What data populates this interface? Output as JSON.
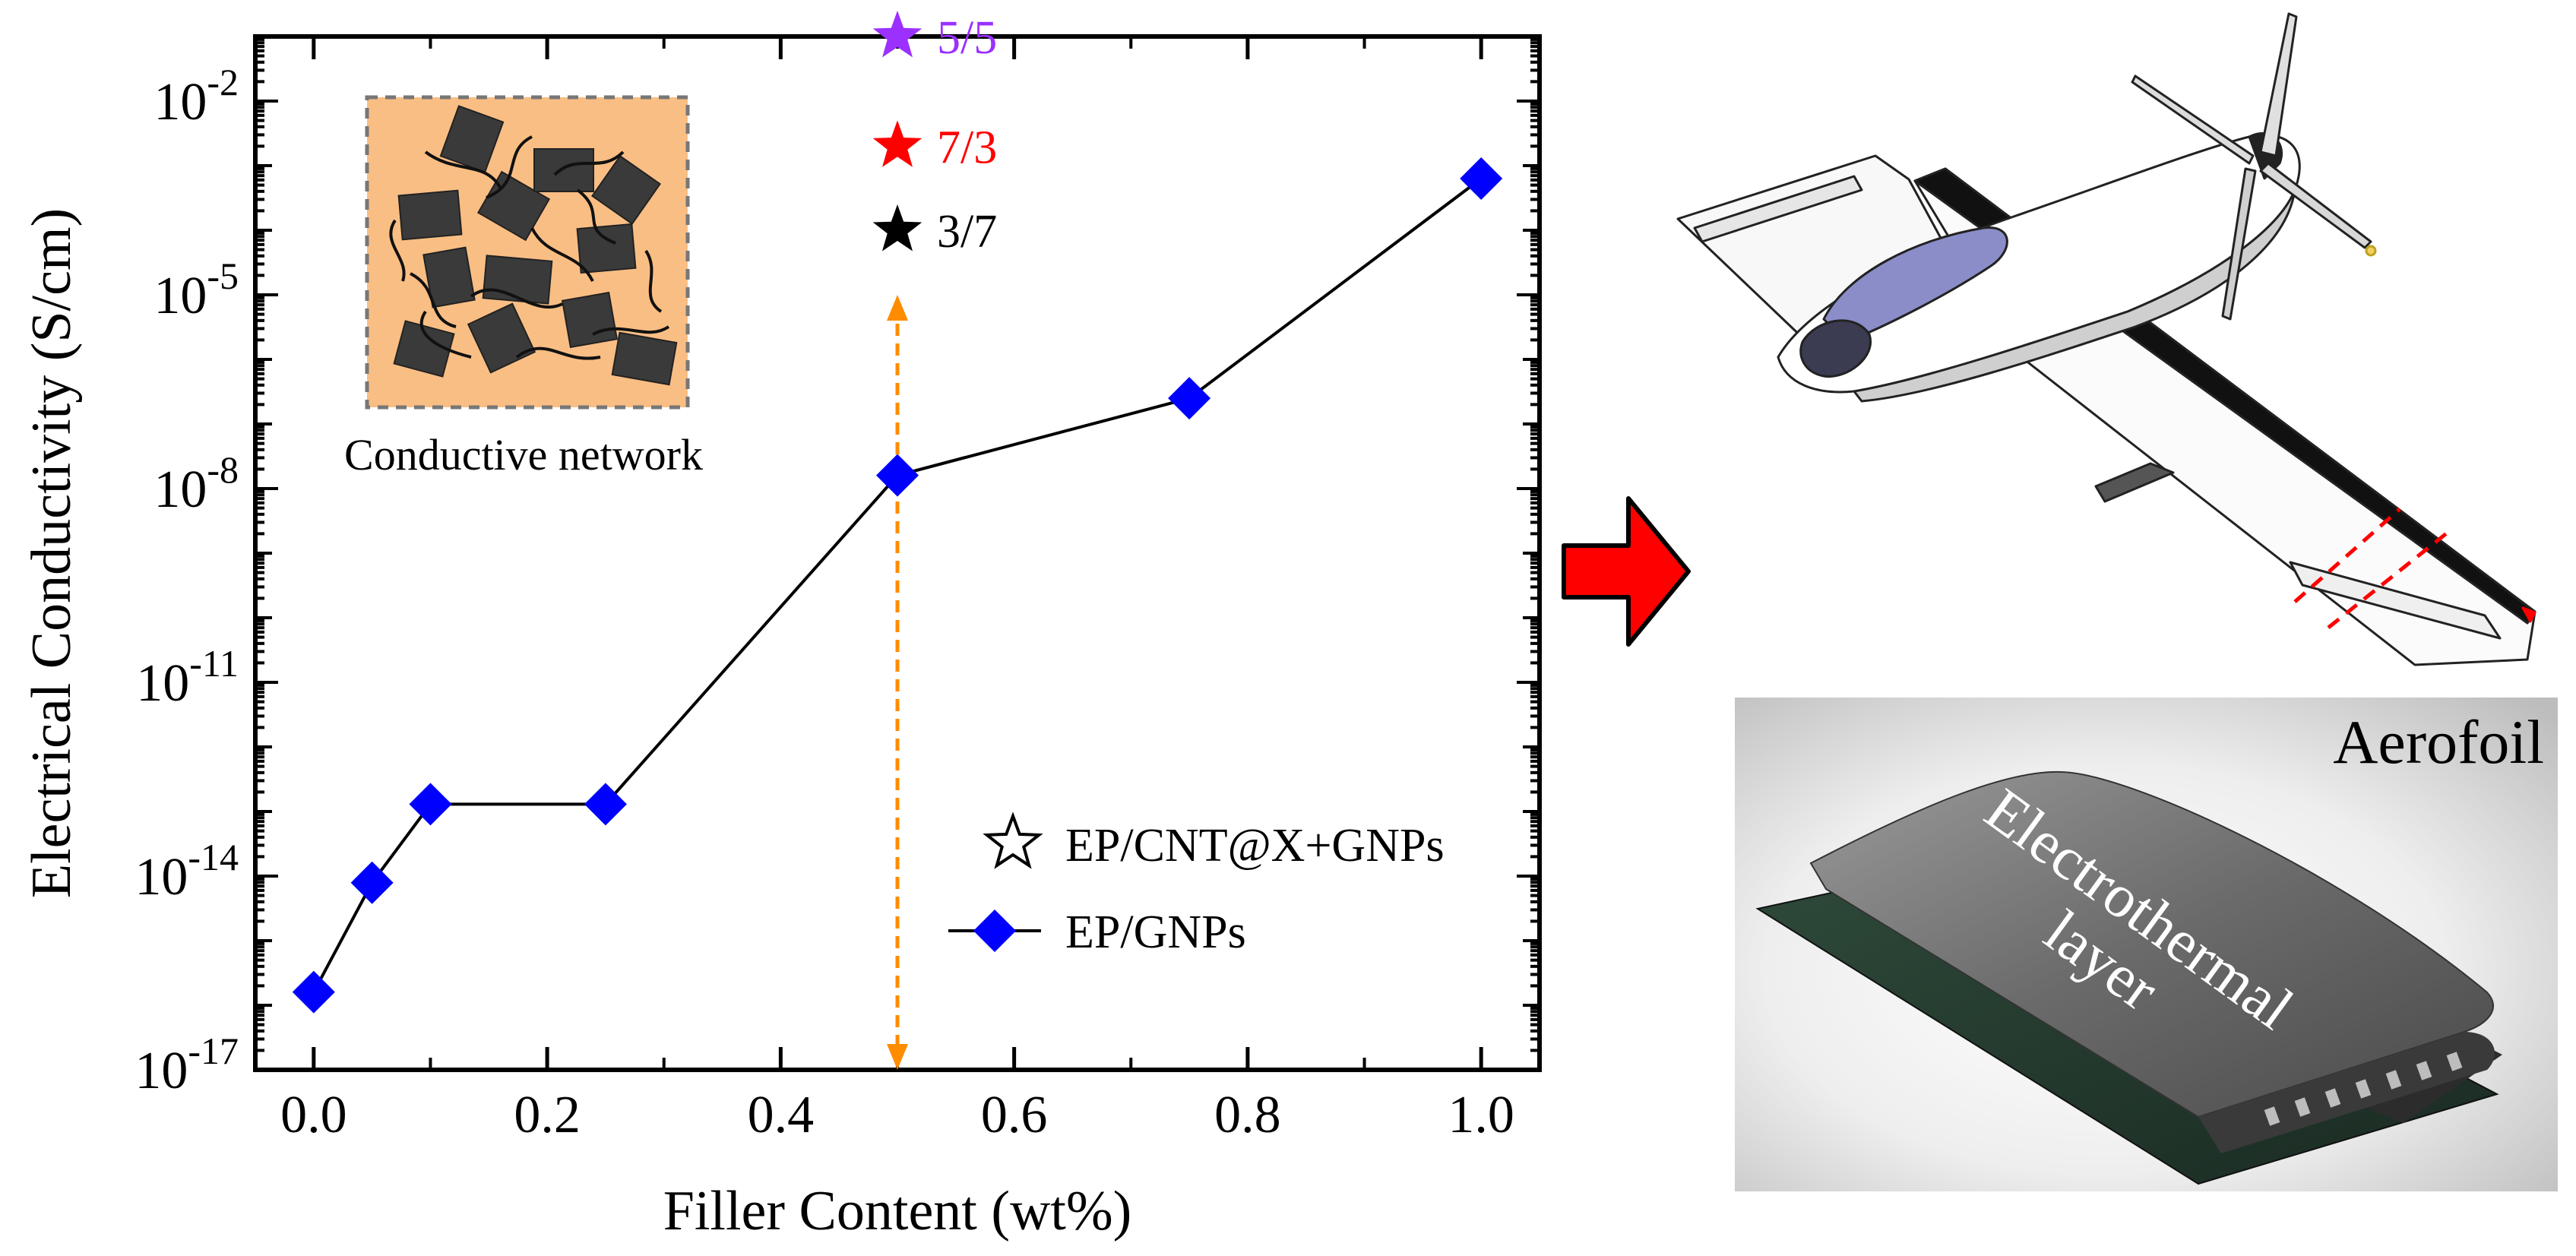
{
  "chart_data": {
    "type": "line",
    "xlabel": "Filler Content (wt%)",
    "ylabel": "Electrical Conductivity (S/cm)",
    "xlim": [
      -0.05,
      1.05
    ],
    "ylim_log10": [
      -17,
      -1
    ],
    "y_scale": "log",
    "x_ticks": [
      0.0,
      0.2,
      0.4,
      0.6,
      0.8,
      1.0
    ],
    "x_tick_labels": [
      "0.0",
      "0.2",
      "0.4",
      "0.6",
      "0.8",
      "1.0"
    ],
    "y_ticks_log10": [
      -17,
      -14,
      -11,
      -8,
      -5,
      -2
    ],
    "y_tick_labels": [
      {
        "base": "10",
        "exp": "-17"
      },
      {
        "base": "10",
        "exp": "-14"
      },
      {
        "base": "10",
        "exp": "-11"
      },
      {
        "base": "10",
        "exp": "-8"
      },
      {
        "base": "10",
        "exp": "-5"
      },
      {
        "base": "10",
        "exp": "-2"
      }
    ],
    "series": [
      {
        "name": "EP/GNPs",
        "color": "#0000ff",
        "marker": "diamond",
        "x": [
          0.0,
          0.05,
          0.1,
          0.25,
          0.5,
          0.75,
          1.0
        ],
        "y": [
          1.6e-16,
          7.9e-15,
          1.3e-13,
          1.3e-13,
          1.6e-08,
          2.5e-07,
          0.00063
        ]
      }
    ],
    "stars": [
      {
        "label": "5/5",
        "x": 0.5,
        "y": 0.1,
        "color": "#9b30ff"
      },
      {
        "label": "7/3",
        "x": 0.5,
        "y": 0.002,
        "color": "#ff0000"
      },
      {
        "label": "3/7",
        "x": 0.5,
        "y": 0.0001,
        "color": "#000000"
      }
    ],
    "arrow": {
      "x": 0.5,
      "from_y": 1e-17,
      "to_y": 1e-05,
      "color": "#ff8c00",
      "style": "dashed"
    },
    "legend": {
      "placement": "lower-right",
      "entries": [
        {
          "label": "EP/CNT@X+GNPs",
          "marker": "open-star"
        },
        {
          "label": "EP/GNPs",
          "marker": "diamond-line"
        }
      ]
    },
    "inset_label": "Conductive network"
  },
  "aerofoil": {
    "title": "Aerofoil",
    "layer_label_line1": "Electrothermal",
    "layer_label_line2": "layer"
  },
  "colors": {
    "arrow_red": "#ff0000",
    "inset_bg": "#f9be84",
    "flake": "#3a3a3a"
  }
}
